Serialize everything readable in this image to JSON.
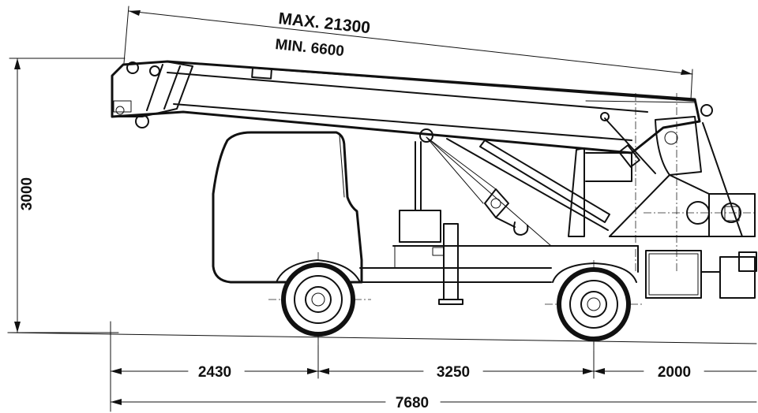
{
  "dimensions": {
    "boom_max": "MAX. 21300",
    "boom_min": "MIN. 6600",
    "height": "3000",
    "front_overhang": "2430",
    "wheelbase": "3250",
    "rear_overhang": "2000",
    "overall_length": "7680"
  }
}
